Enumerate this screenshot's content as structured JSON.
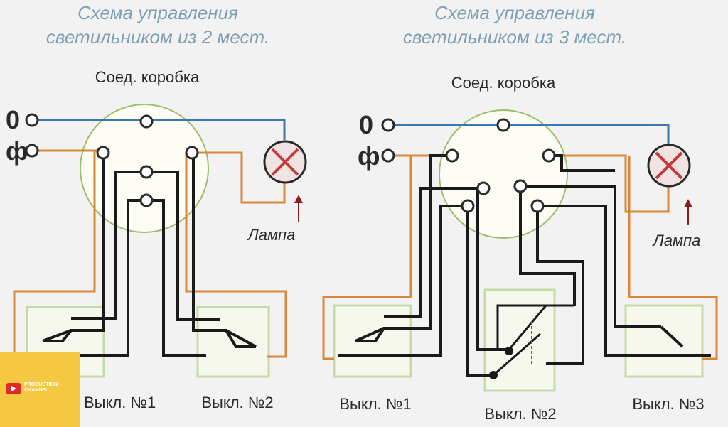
{
  "left_diagram": {
    "title_line1": "Схема управления",
    "title_line2": "светильником из 2 мест.",
    "junction_box_label": "Соед. коробка",
    "neutral_symbol": "0",
    "phase_symbol": "ф",
    "lamp_label": "Лампа",
    "switch1_label": "Выкл. №1",
    "switch2_label": "Выкл. №2"
  },
  "right_diagram": {
    "title_line1": "Схема управления",
    "title_line2": "светильником из 3 мест.",
    "junction_box_label": "Соед. коробка",
    "neutral_symbol": "0",
    "phase_symbol": "ф",
    "lamp_label": "Лампа",
    "switch1_label": "Выкл. №1",
    "switch2_label": "Выкл. №2",
    "switch3_label": "Выкл. №3"
  },
  "watermark": {
    "text": "PRODUCTION CHANNEL"
  },
  "colors": {
    "neutral_wire": "#3a77b0",
    "phase_wire": "#d9883a",
    "switch_wire": "#1a1a1a",
    "box_fill": "#fdfdf6",
    "box_stroke": "#9bbf6a",
    "lamp_fill": "#f2e3e3",
    "lamp_cross": "#c23b3b",
    "switch_plate": "#f6f8ee",
    "switch_plate_stroke": "#c7d9a5",
    "title": "#7fa0b4",
    "logo_bg": "#f5c842"
  }
}
